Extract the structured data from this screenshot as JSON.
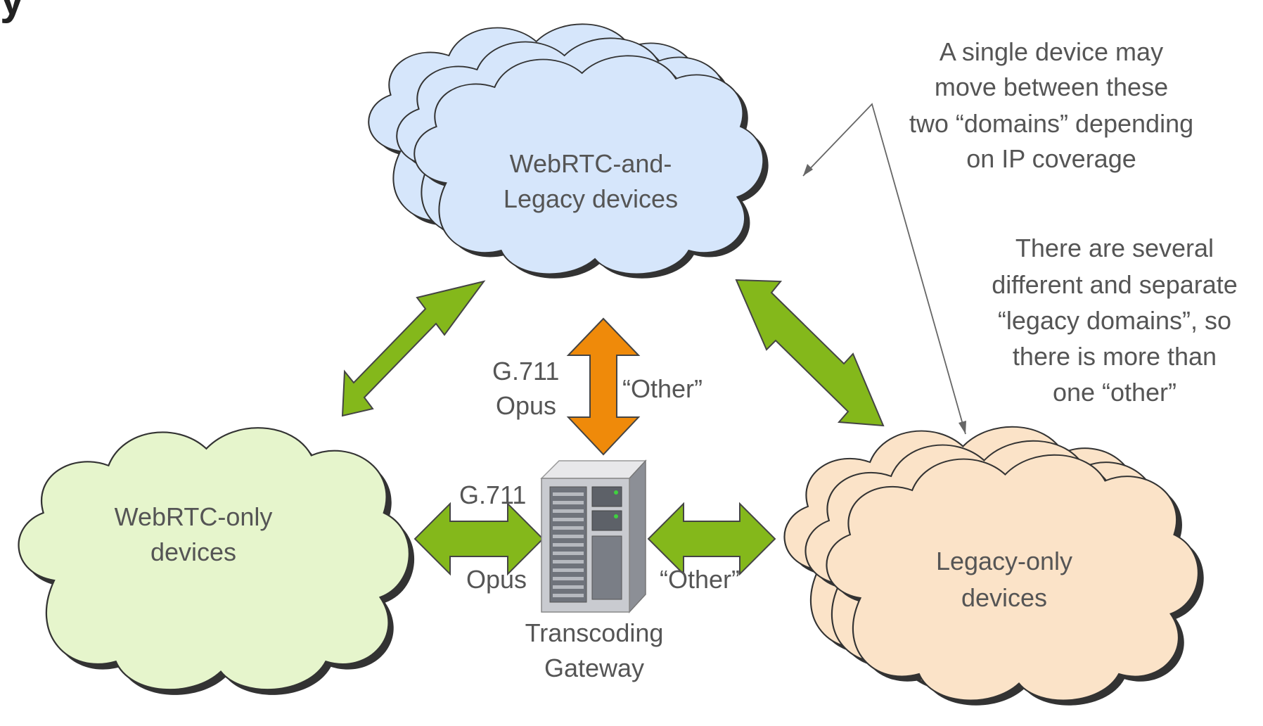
{
  "title_fragment": "y",
  "clouds": {
    "webrtc_and_legacy": {
      "line1": "WebRTC-and-",
      "line2": "Legacy devices"
    },
    "webrtc_only": {
      "line1": "WebRTC-only",
      "line2": "devices"
    },
    "legacy_only": {
      "line1": "Legacy-only",
      "line2": "devices"
    }
  },
  "labels": {
    "top_g711": "G.711",
    "top_opus": "Opus",
    "top_other": "“Other”",
    "left_g711": "G.711",
    "left_opus": "Opus",
    "right_other": "“Other”",
    "gateway_line1": "Transcoding",
    "gateway_line2": "Gateway"
  },
  "annotations": {
    "single_device": [
      "A single device may",
      "move between these",
      "two “domains” depending",
      "on IP coverage"
    ],
    "several_domains": [
      "There are several",
      "different and separate",
      "“legacy domains”, so",
      "there is more than",
      "one “other”"
    ]
  },
  "colors": {
    "cloud_blue": "#d6e6fb",
    "cloud_green": "#e6f5cc",
    "cloud_peach": "#fbe3c8",
    "arrow_green": "#84b81b",
    "arrow_orange": "#ef8a0a",
    "text_gray": "#555555"
  }
}
